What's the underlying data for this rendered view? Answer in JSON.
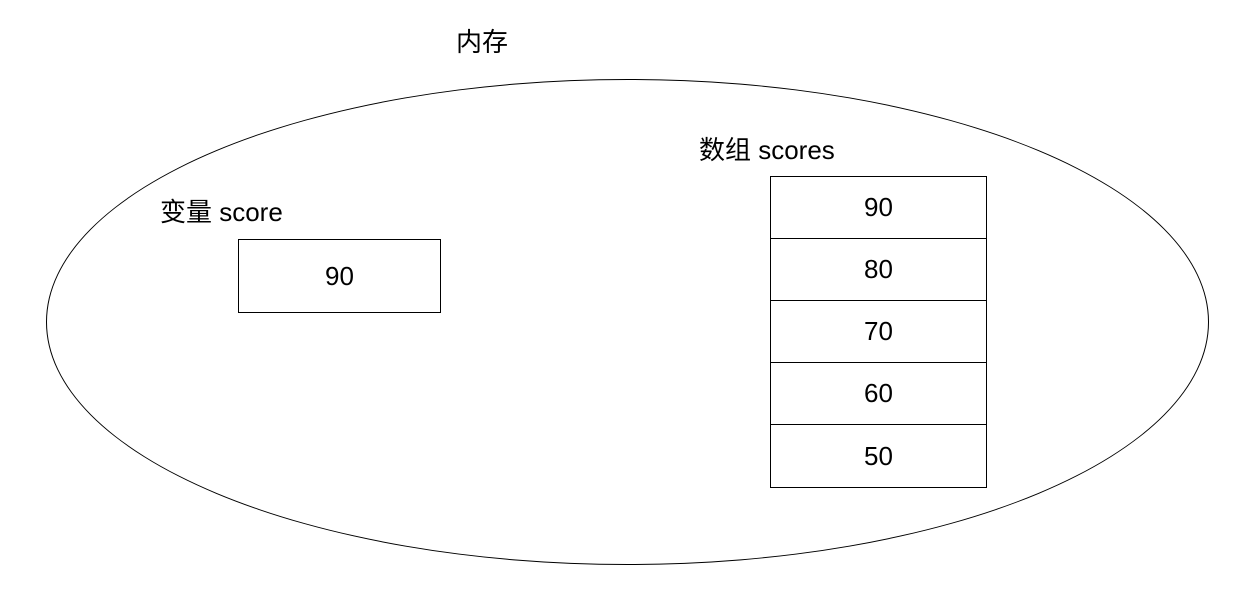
{
  "diagram": {
    "title": "内存",
    "variable": {
      "label": "变量 score",
      "value": "90"
    },
    "array": {
      "label": "数组 scores",
      "values": [
        "90",
        "80",
        "70",
        "60",
        "50"
      ]
    },
    "colors": {
      "stroke": "#000000",
      "background": "#ffffff",
      "text": "#000000"
    }
  }
}
